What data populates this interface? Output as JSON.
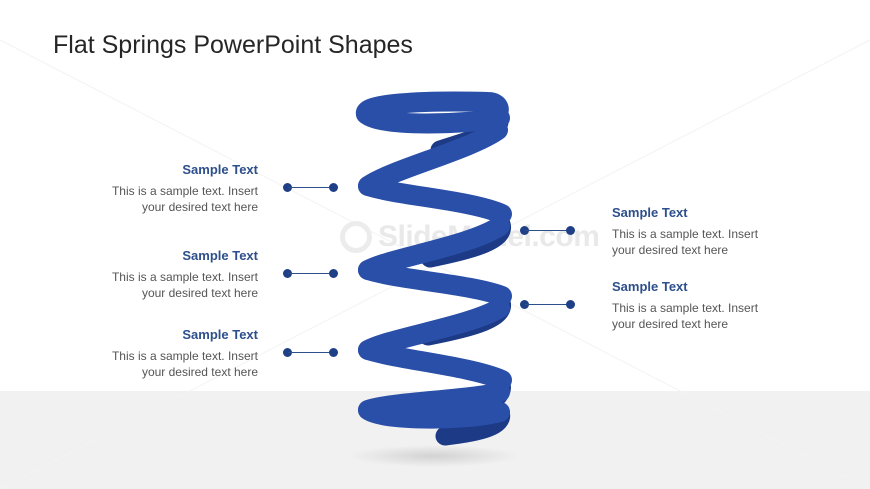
{
  "slide": {
    "title": "Flat Springs PowerPoint Shapes",
    "watermark": "SlideModel.com"
  },
  "colors": {
    "spring_front": "#2a4fa8",
    "spring_back": "#1c3a85",
    "accent_text": "#2d4f8b",
    "body_text": "#555555",
    "floor": "#f1f1f1"
  },
  "callouts_left": [
    {
      "heading": "Sample Text",
      "line1": "This is a sample text. Insert",
      "line2": "your desired text here"
    },
    {
      "heading": "Sample Text",
      "line1": "This is a sample text. Insert",
      "line2": "your desired text here"
    },
    {
      "heading": "Sample Text",
      "line1": "This is a sample text. Insert",
      "line2": "your desired text here"
    }
  ],
  "callouts_right": [
    {
      "heading": "Sample Text",
      "line1": "This is a sample text. Insert",
      "line2": "your desired text here"
    },
    {
      "heading": "Sample Text",
      "line1": "This is a sample text. Insert",
      "line2": "your desired text here"
    }
  ]
}
